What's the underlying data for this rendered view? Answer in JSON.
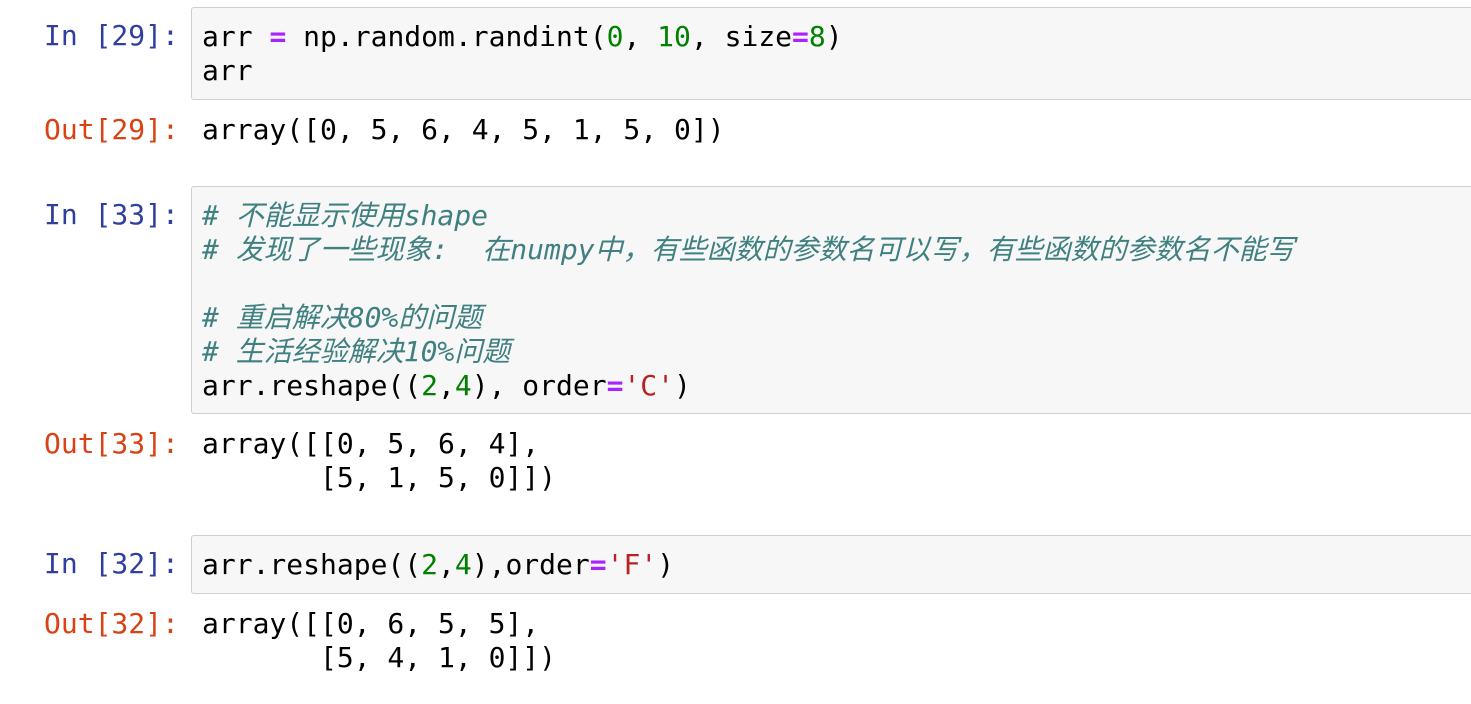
{
  "cells": [
    {
      "in_prompt": "In [29]:",
      "code": {
        "line1": {
          "a": "arr ",
          "op1": "=",
          "b": " np.random.randint(",
          "n1": "0",
          "c": ", ",
          "n2": "10",
          "d": ", size",
          "op2": "=",
          "n3": "8",
          "e": ")"
        },
        "line2": "arr"
      },
      "out_prompt": "Out[29]:",
      "output": [
        "array([0, 5, 6, 4, 5, 1, 5, 0])"
      ]
    },
    {
      "in_prompt": "In [33]:",
      "code": {
        "comment1": "# 不能显示使用shape",
        "comment2": "# 发现了一些现象:  在numpy中，有些函数的参数名可以写，有些函数的参数名不能写",
        "comment3": "# 重启解决80%的问题",
        "comment4": "# 生活经验解决10%问题",
        "line5": {
          "a": "arr.reshape((",
          "n1": "2",
          "b": ",",
          "n2": "4",
          "c": "), order",
          "op": "=",
          "s": "'C'",
          "d": ")"
        }
      },
      "out_prompt": "Out[33]:",
      "output": [
        "array([[0, 5, 6, 4],",
        "       [5, 1, 5, 0]])"
      ]
    },
    {
      "in_prompt": "In [32]:",
      "code": {
        "line1": {
          "a": "arr.reshape((",
          "n1": "2",
          "b": ",",
          "n2": "4",
          "c": "),order",
          "op": "=",
          "s": "'F'",
          "d": ")"
        }
      },
      "out_prompt": "Out[32]:",
      "output": [
        "array([[0, 6, 5, 5],",
        "       [5, 4, 1, 0]])"
      ]
    }
  ],
  "colors": {
    "in_prompt": "#303f9f",
    "out_prompt": "#d84315",
    "operator": "#aa22ff",
    "number": "#008000",
    "string": "#ba2121",
    "comment": "#408080",
    "input_bg": "#f7f7f7",
    "input_border": "#cfcfcf"
  }
}
